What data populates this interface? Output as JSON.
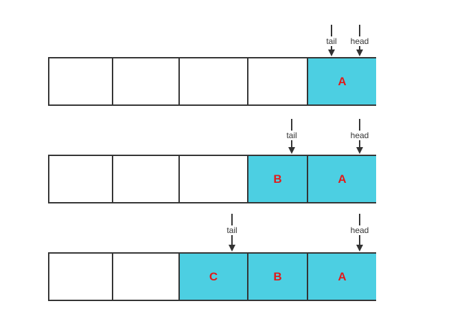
{
  "colors": {
    "filled": "#4ccfe2",
    "empty": "#ffffff",
    "text": "#e01b1b",
    "stroke": "#333333"
  },
  "rows": [
    {
      "cells": [
        "",
        "",
        "",
        "",
        "A"
      ],
      "pointers": [
        {
          "label": "tail",
          "cell": 4,
          "side": "left"
        },
        {
          "label": "head",
          "cell": 4,
          "side": "right"
        }
      ]
    },
    {
      "cells": [
        "",
        "",
        "",
        "B",
        "A"
      ],
      "pointers": [
        {
          "label": "tail",
          "cell": 3,
          "side": "right"
        },
        {
          "label": "head",
          "cell": 4,
          "side": "right"
        }
      ]
    },
    {
      "cells": [
        "",
        "",
        "C",
        "B",
        "A"
      ],
      "pointers": [
        {
          "label": "tail",
          "cell": 2,
          "side": "right"
        },
        {
          "label": "head",
          "cell": 4,
          "side": "right"
        }
      ]
    }
  ]
}
